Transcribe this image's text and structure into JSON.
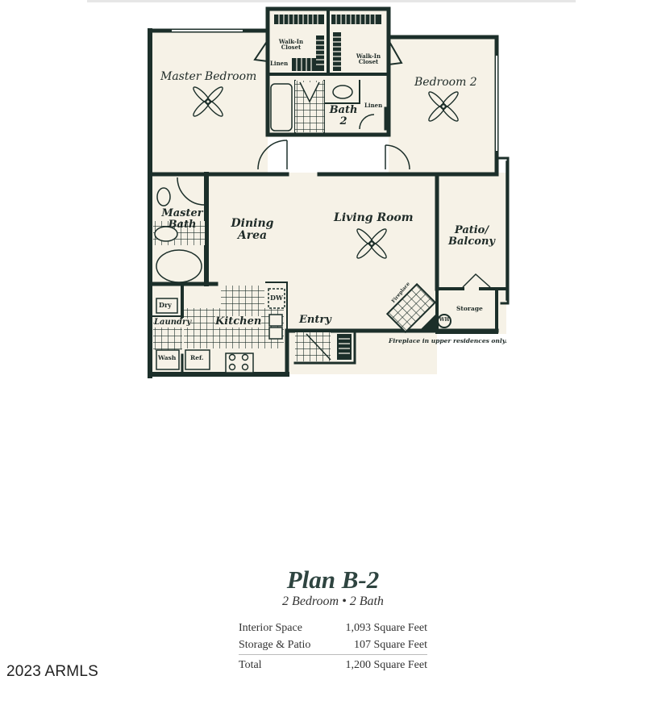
{
  "floor_plan": {
    "rooms": {
      "master_bedroom": "Master Bedroom",
      "walk_in_closet_1": "Walk-In Closet",
      "walk_in_closet_2": "Walk-In Closet",
      "linen_1": "Linen",
      "linen_2": "Linen",
      "bath_2": "Bath 2",
      "bedroom_2": "Bedroom 2",
      "master_bath": "Master Bath",
      "dining_area": "Dining Area",
      "living_room": "Living Room",
      "patio_balcony": "Patio/ Balcony",
      "fireplace": "Fireplace",
      "storage": "Storage",
      "water_heater": "WH",
      "dry": "Dry",
      "laundry": "Laundry",
      "kitchen": "Kitchen",
      "dishwasher": "DW",
      "wash": "Wash",
      "refrigerator": "Ref.",
      "entry": "Entry"
    },
    "note": "Fireplace in upper residences only.",
    "colors": {
      "wall": "#1c2f2a",
      "floor": "#f6f2e7",
      "tile": "#1c2f2a"
    }
  },
  "plan_info": {
    "title": "Plan B-2",
    "subtitle": "2 Bedroom • 2 Bath",
    "rows": [
      {
        "label": "Interior Space",
        "value": "1,093 Square Feet"
      },
      {
        "label": "Storage & Patio",
        "value": "107 Square Feet"
      }
    ],
    "total": {
      "label": "Total",
      "value": "1,200 Square Feet"
    }
  },
  "copyright": "2023 ARMLS"
}
